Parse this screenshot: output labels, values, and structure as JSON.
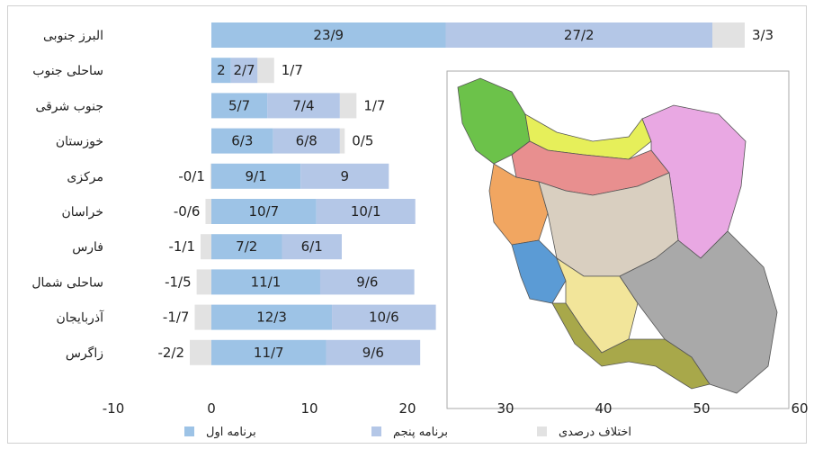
{
  "chart_data": {
    "type": "bar",
    "orientation": "horizontal",
    "stacked": true,
    "categories": [
      "البرز جنوبی",
      "ساحلی جنوب",
      "جنوب شرقی",
      "خوزستان",
      "مرکزی",
      "خراسان",
      "فارس",
      "ساحلی شمال",
      "آذربایجان",
      "زاگرس"
    ],
    "series": [
      {
        "name": "برنامه اول",
        "color": "#9dc3e6",
        "values": [
          23.9,
          2,
          5.7,
          6.3,
          9.1,
          10.7,
          7.2,
          11.1,
          12.3,
          11.7
        ],
        "labels": [
          "23/9",
          "2",
          "5/7",
          "6/3",
          "9/1",
          "10/7",
          "7/2",
          "11/1",
          "12/3",
          "11/7"
        ]
      },
      {
        "name": "برنامه پنجم",
        "color": "#b4c7e7",
        "values": [
          27.2,
          2.7,
          7.4,
          6.8,
          9,
          10.1,
          6.1,
          9.6,
          10.6,
          9.6
        ],
        "labels": [
          "27/2",
          "2/7",
          "7/4",
          "6/8",
          "9",
          "10/1",
          "6/1",
          "9/6",
          "10/6",
          "9/6"
        ]
      },
      {
        "name": "اختلاف درصدی",
        "color": "#e2e2e2",
        "values": [
          3.3,
          1.7,
          1.7,
          0.5,
          -0.1,
          -0.6,
          -1.1,
          -1.5,
          -1.7,
          -2.2
        ],
        "labels": [
          "3/3",
          "1/7",
          "1/7",
          "0/5",
          "-0/1",
          "-0/6",
          "-1/1",
          "-1/5",
          "-1/7",
          "-2/2"
        ]
      }
    ],
    "xlim": [
      -10,
      60
    ],
    "xticks": [
      "-10",
      "0",
      "10",
      "20",
      "30",
      "40",
      "50",
      "60"
    ],
    "legend": [
      "برنامه اول",
      "برنامه پنجم",
      "اختلاف درصدی"
    ],
    "legend_position": "bottom",
    "grid": false
  }
}
